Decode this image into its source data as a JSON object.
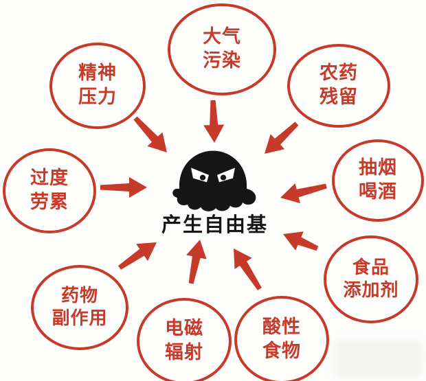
{
  "diagram": {
    "center_label": "产生自由基",
    "center_icon": "angry-blob-monster",
    "colors": {
      "accent_red": "#c63a2a",
      "ink_black": "#161616",
      "background": "#fdfdfc"
    },
    "nodes": [
      {
        "id": "air-pollution",
        "lines": [
          "大气",
          "污染"
        ]
      },
      {
        "id": "mental-stress",
        "lines": [
          "精神",
          "压力"
        ]
      },
      {
        "id": "pesticide-residue",
        "lines": [
          "农药",
          "残留"
        ]
      },
      {
        "id": "overwork",
        "lines": [
          "过度",
          "劳累"
        ]
      },
      {
        "id": "smoking-drinking",
        "lines": [
          "抽烟",
          "喝酒"
        ]
      },
      {
        "id": "drug-side-effects",
        "lines": [
          "药物",
          "副作用"
        ]
      },
      {
        "id": "emf-radiation",
        "lines": [
          "电磁",
          "辐射"
        ]
      },
      {
        "id": "acidic-food",
        "lines": [
          "酸性",
          "食物"
        ]
      },
      {
        "id": "food-additives",
        "lines": [
          "食品",
          "添加剂"
        ]
      }
    ],
    "arrows": [
      {
        "from": "air-pollution",
        "to": "center"
      },
      {
        "from": "mental-stress",
        "to": "center"
      },
      {
        "from": "pesticide-residue",
        "to": "center"
      },
      {
        "from": "overwork",
        "to": "center"
      },
      {
        "from": "smoking-drinking",
        "to": "center"
      },
      {
        "from": "drug-side-effects",
        "to": "center"
      },
      {
        "from": "emf-radiation",
        "to": "center"
      },
      {
        "from": "acidic-food",
        "to": "center"
      },
      {
        "from": "food-additives",
        "to": "center"
      }
    ]
  }
}
